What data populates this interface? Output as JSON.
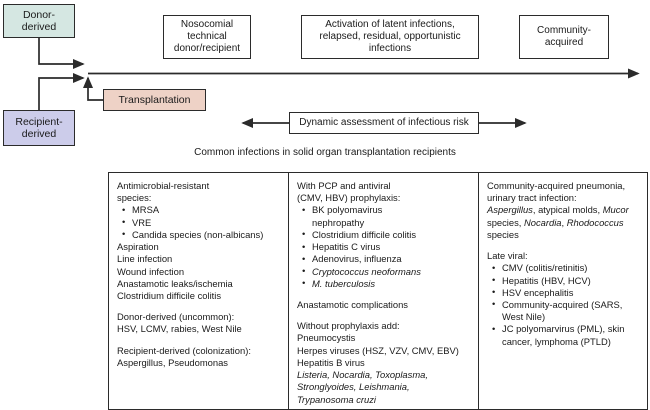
{
  "diagram": {
    "title_caption": "Common infections in solid organ transplantation recipients",
    "colors": {
      "donor_fill": "#d5e7e2",
      "recipient_fill": "#ccccea",
      "transplantation_fill": "#eed2c6",
      "stroke": "#2b2b2b",
      "background": "#ffffff"
    },
    "sources": {
      "donor": "Donor-\nderived",
      "donor_line1": "Donor-",
      "donor_line2": "derived",
      "recipient_line1": "Recipient-",
      "recipient_line2": "derived",
      "transplantation": "Transplantation"
    },
    "timeline_boxes": {
      "nosocomial_line1": "Nosocomial",
      "nosocomial_line2": "technical",
      "nosocomial_line3": "donor/recipient",
      "activation_line1": "Activation of latent infections,",
      "activation_line2": "relapsed, residual, opportunistic",
      "activation_line3": "infections",
      "community_line1": "Community-",
      "community_line2": "acquired"
    },
    "dynamic_assessment": "Dynamic assessment of infectious risk"
  },
  "table": {
    "column1": {
      "heading_line1": "Antimicrobial-resistant",
      "heading_line2": "species:",
      "bullets": [
        "MRSA",
        "VRE",
        "Candida species (non-albicans)"
      ],
      "items": [
        "Aspiration",
        "Line infection",
        "Wound infection",
        "Anastamotic leaks/ischemia",
        "Clostridium difficile colitis"
      ],
      "donor_heading": "Donor-derived (uncommon):",
      "donor_values": "HSV, LCMV, rabies, West Nile",
      "recipient_heading": "Recipient-derived (colonization):",
      "recipient_values": "Aspergillus, Pseudomonas"
    },
    "column2": {
      "heading_line1": "With PCP and antiviral",
      "heading_line2": "(CMV, HBV) prophylaxis:",
      "bullets": [
        "BK polyomavirus",
        "nephropathy",
        "Clostridium difficile colitis",
        "Hepatitis C virus",
        "Adenovirus, influenza",
        "Cryptococcus neoformans",
        "M. tuberculosis"
      ],
      "anastamotic": "Anastamotic complications",
      "without_heading": "Without prophylaxis add:",
      "without_items": [
        "Pneumocystis",
        "Herpes viruses (HSZ, VZV, CMV, EBV)",
        "Hepatitis B virus"
      ],
      "parasites_line1": "Listeria, Nocardia, Toxoplasma,",
      "parasites_line2": "Stronglyoides, Leishmania,",
      "parasites_line3": "Trypanosoma cruzi"
    },
    "column3": {
      "heading_line1": "Community-acquired pneumonia,",
      "heading_line2": "urinary tract infection:",
      "organisms_line1_a": "Aspergillus",
      "organisms_line1_b": ", atypical molds, ",
      "organisms_line1_c": "Mucor",
      "organisms_line2_a": "species, ",
      "organisms_line2_b": "Nocardia",
      "organisms_line2_c": ", ",
      "organisms_line2_d": "Rhodococcus",
      "organisms_line3": "species",
      "late_viral_heading": "Late viral:",
      "bullets": [
        "CMV (colitis/retinitis)",
        "Hepatitis (HBV, HCV)",
        "HSV encephalitis",
        "Community-acquired (SARS,",
        "West Nile)",
        "JC polyomarvirus (PML), skin",
        "cancer, lymphoma (PTLD)"
      ]
    }
  }
}
